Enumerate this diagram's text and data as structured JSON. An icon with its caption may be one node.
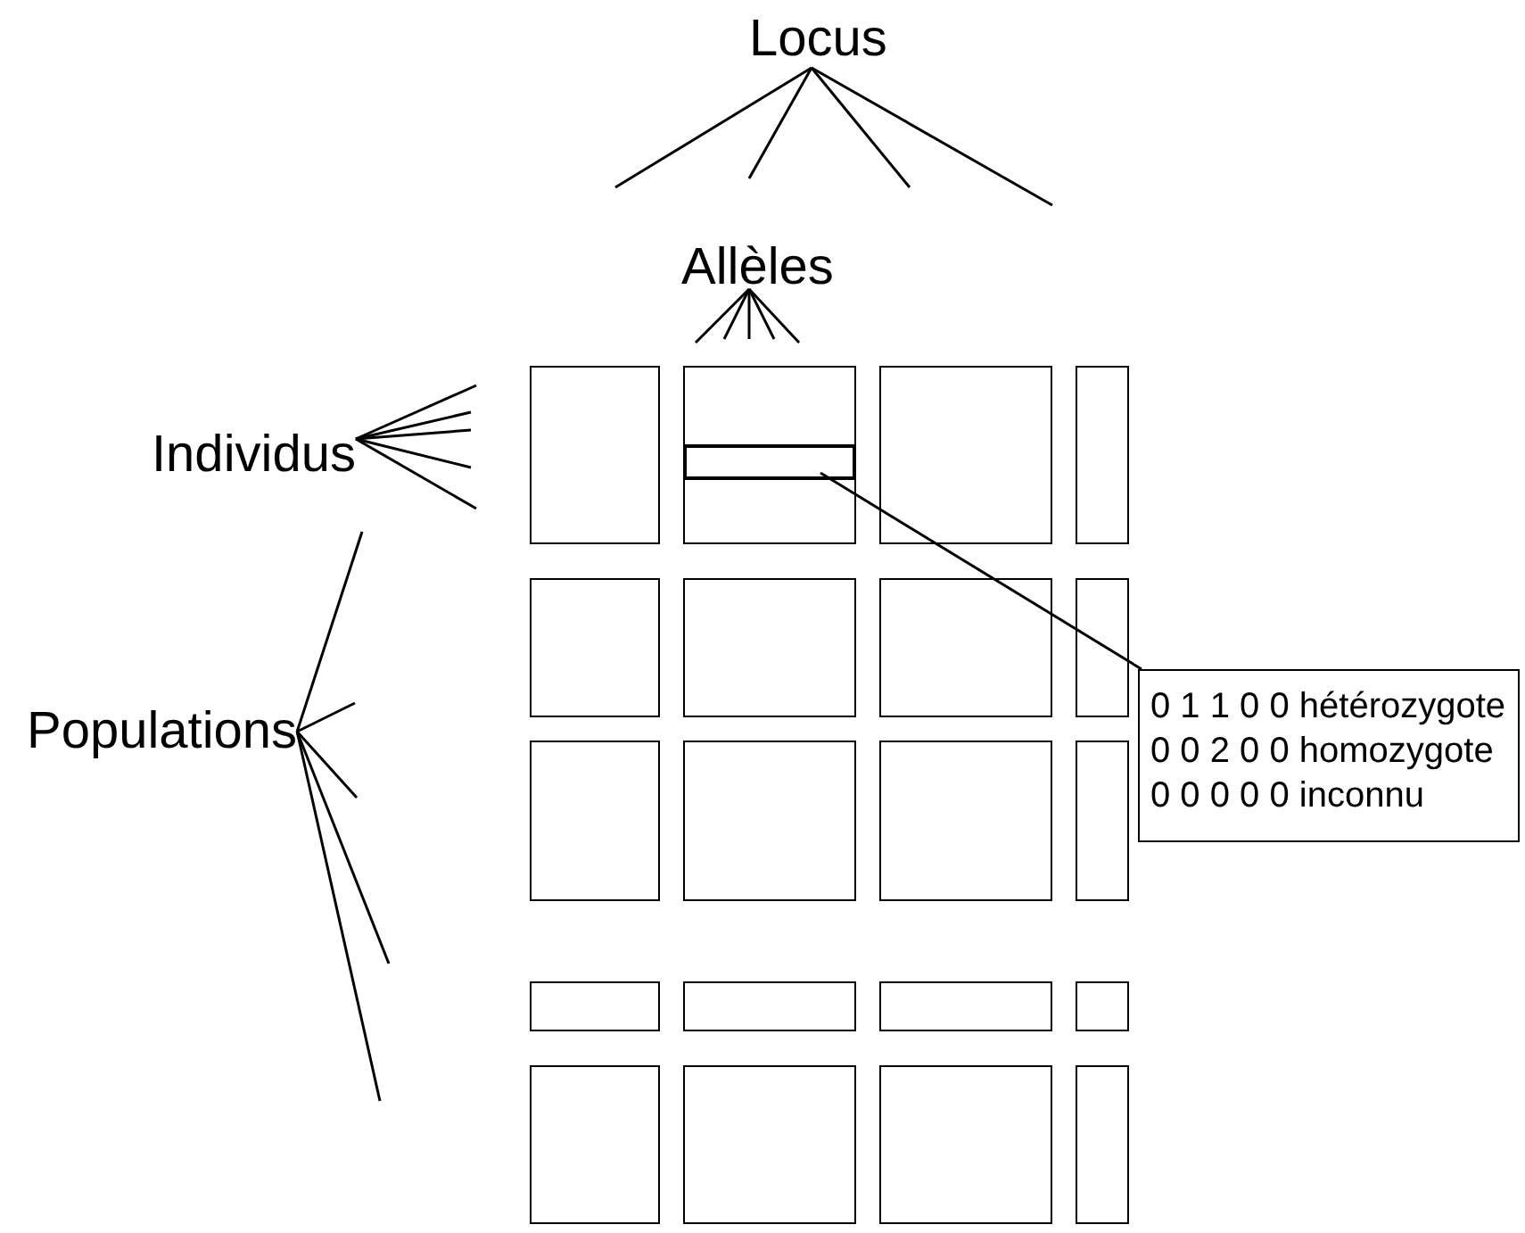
{
  "diagram": {
    "nodes": [
      {
        "text": [
          "Locus"
        ]
      },
      {
        "text": [
          "Allèles"
        ]
      },
      {
        "text": [
          "Individus"
        ]
      },
      {
        "text": [
          "Populations"
        ]
      },
      {
        "text": [],
        "shape": "box"
      },
      {
        "text": [],
        "shape": "box"
      },
      {
        "text": [],
        "shape": "box"
      },
      {
        "text": [],
        "shape": "box"
      },
      {
        "text": [],
        "shape": "box"
      },
      {
        "text": [],
        "shape": "box"
      },
      {
        "text": [],
        "shape": "box"
      },
      {
        "text": [],
        "shape": "box"
      },
      {
        "text": [],
        "shape": "box"
      },
      {
        "text": [],
        "shape": "box"
      },
      {
        "text": [],
        "shape": "box"
      },
      {
        "text": [],
        "shape": "box"
      },
      {
        "text": [],
        "shape": "box"
      },
      {
        "text": [],
        "shape": "box"
      },
      {
        "text": [],
        "shape": "box"
      },
      {
        "text": [],
        "shape": "box"
      },
      {
        "text": [],
        "shape": "box"
      },
      {
        "text": [],
        "shape": "box"
      },
      {
        "text": [],
        "shape": "box"
      },
      {
        "text": [],
        "shape": "box"
      },
      {
        "text": [],
        "shape": "bar",
        "in": 5
      },
      {
        "text": [
          "0 1 1 0 0 hétérozygote",
          "0 0 2 0 0 homozygote",
          "0 0 0 0 0 inconnu"
        ]
      }
    ],
    "edges": [
      {
        "from": 0,
        "to": null,
        "arrow": "none"
      },
      {
        "from": 0,
        "to": null,
        "arrow": "none"
      },
      {
        "from": 0,
        "to": null,
        "arrow": "none"
      },
      {
        "from": 0,
        "to": null,
        "arrow": "none"
      },
      {
        "from": 1,
        "to": null,
        "arrow": "none"
      },
      {
        "from": 1,
        "to": null,
        "arrow": "none"
      },
      {
        "from": 1,
        "to": null,
        "arrow": "none"
      },
      {
        "from": 1,
        "to": null,
        "arrow": "none"
      },
      {
        "from": 1,
        "to": null,
        "arrow": "none"
      },
      {
        "from": 2,
        "to": null,
        "arrow": "none"
      },
      {
        "from": 2,
        "to": null,
        "arrow": "none"
      },
      {
        "from": 2,
        "to": null,
        "arrow": "none"
      },
      {
        "from": 2,
        "to": null,
        "arrow": "none"
      },
      {
        "from": 2,
        "to": null,
        "arrow": "none"
      },
      {
        "from": 3,
        "to": null,
        "arrow": "none"
      },
      {
        "from": 3,
        "to": null,
        "arrow": "none"
      },
      {
        "from": 3,
        "to": null,
        "arrow": "none"
      },
      {
        "from": 3,
        "to": null,
        "arrow": "none"
      },
      {
        "from": 3,
        "to": null,
        "arrow": "none"
      },
      {
        "from": 25,
        "to": 24,
        "arrow": "none"
      }
    ]
  }
}
